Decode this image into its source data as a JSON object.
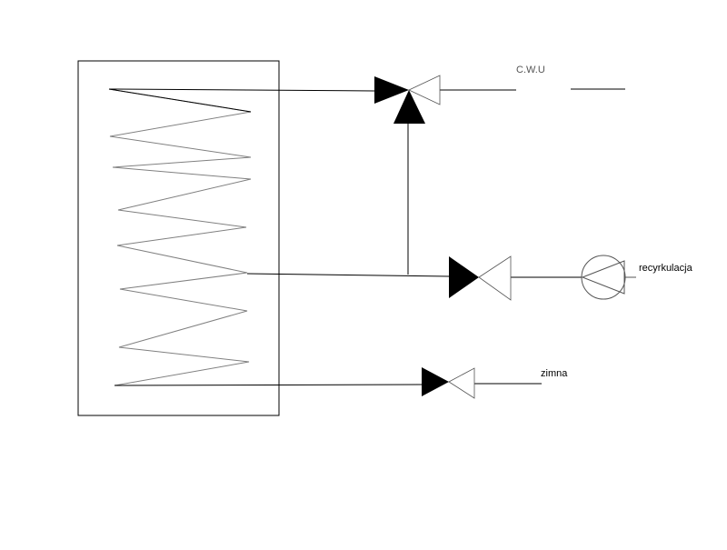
{
  "labels": {
    "cwu": "C.W.U",
    "recirculation": "recyrkulacja",
    "cold": "zimna"
  },
  "colors": {
    "line": "#000000",
    "coil": "#808080",
    "valve_fill": "#000000",
    "background": "#ffffff"
  }
}
